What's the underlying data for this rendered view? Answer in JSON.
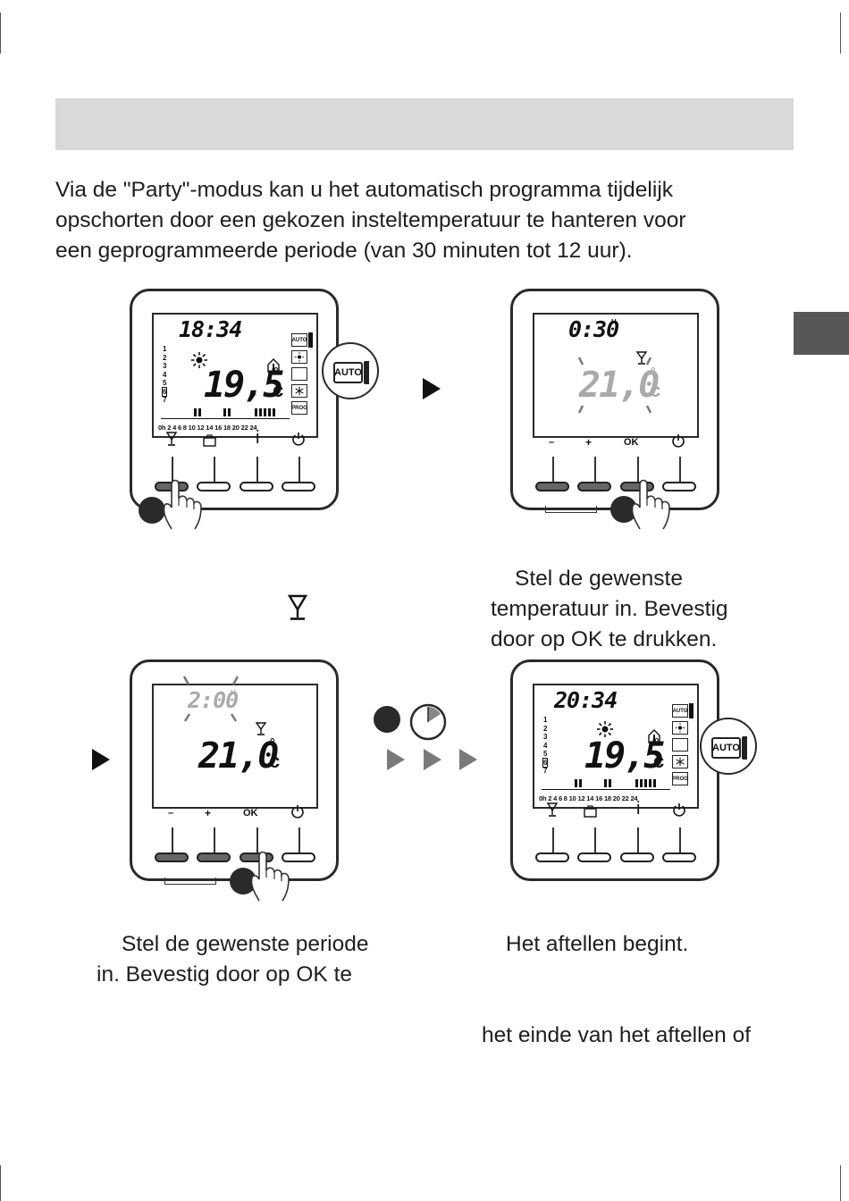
{
  "intro": {
    "lines": [
      "Via de \"Party\"-modus kan u het automatisch programma tijdelijk",
      "opschorten door een gekozen insteltemperatuur te hanteren voor",
      "een geprogrammeerde periode (van 30 minuten tot 12 uur)."
    ]
  },
  "panel1": {
    "time": "18:34",
    "temp": "19,5",
    "unit": "c",
    "degree": "°",
    "days": [
      "1",
      "2",
      "3",
      "4",
      "5",
      "6",
      "7"
    ],
    "selected_day": "6",
    "axis": "0h  2   4   6   8  10 12 14 16 18 20 22 24",
    "modes": [
      "AUTO",
      "sun-icon",
      "moon-icon",
      "snowflake-icon",
      "PROG"
    ],
    "buttons": [
      "party-glass-icon",
      "suitcase-icon",
      "i",
      "power-icon"
    ],
    "zoom_label": "AUTO"
  },
  "panel2": {
    "time": "0:30",
    "hsup": "H",
    "temp": "21,0",
    "unit": "c",
    "degree": "°",
    "buttons": [
      "–",
      "+",
      "OK",
      "power-icon"
    ]
  },
  "panel3": {
    "time": "2:00",
    "hsup": "H",
    "temp": "21,0",
    "unit": "c",
    "degree": "°",
    "buttons": [
      "–",
      "+",
      "OK",
      "power-icon"
    ]
  },
  "panel4": {
    "time": "20:34",
    "temp": "19,5",
    "unit": "c",
    "degree": "°",
    "days": [
      "1",
      "2",
      "3",
      "4",
      "5",
      "6",
      "7"
    ],
    "selected_day": "6",
    "axis": "0h  2   4   6   8  10 12 14 16 18 20 22 24",
    "modes": [
      "AUTO",
      "sun-icon",
      "moon-icon",
      "snowflake-icon",
      "PROG"
    ],
    "buttons": [
      "party-glass-icon",
      "suitcase-icon",
      "i",
      "power-icon"
    ],
    "zoom_label": "AUTO"
  },
  "captions": {
    "cap2_lines": [
      "Stel de gewenste",
      "temperatuur in. Bevestig",
      "door op OK te drukken."
    ],
    "cap3_lines": [
      "Stel de gewenste periode",
      "in. Bevestig door op OK te"
    ],
    "cap4": "Het aftellen begint.",
    "cap5": "het einde van het aftellen of"
  },
  "colors": {
    "header_bar": "#d9d9d9",
    "side_tab": "#575757",
    "pressed_button": "#666666"
  }
}
